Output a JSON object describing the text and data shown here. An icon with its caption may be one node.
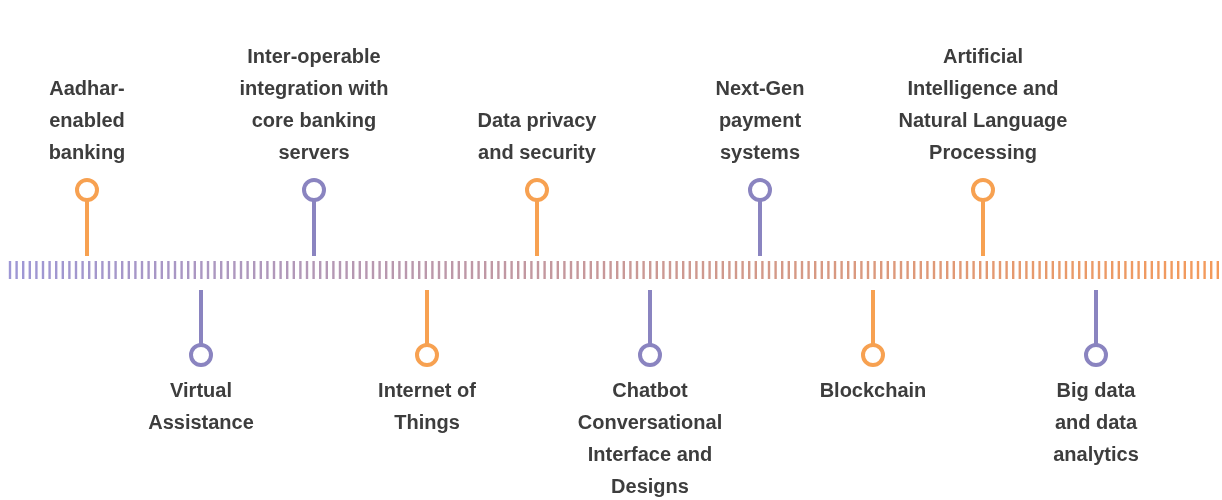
{
  "diagram": {
    "labels": [
      "Aadhar-enabled banking",
      "Virtual Assistance",
      "Inter-operable integration with core banking servers",
      "Internet of Things",
      "Data privacy and security",
      "Chatbot Conversational Interface and Designs",
      "Next-Gen payment systems",
      "Blockchain",
      "Artificial Intelligence and Natural Language Processing",
      "Big data and data analytics"
    ]
  }
}
